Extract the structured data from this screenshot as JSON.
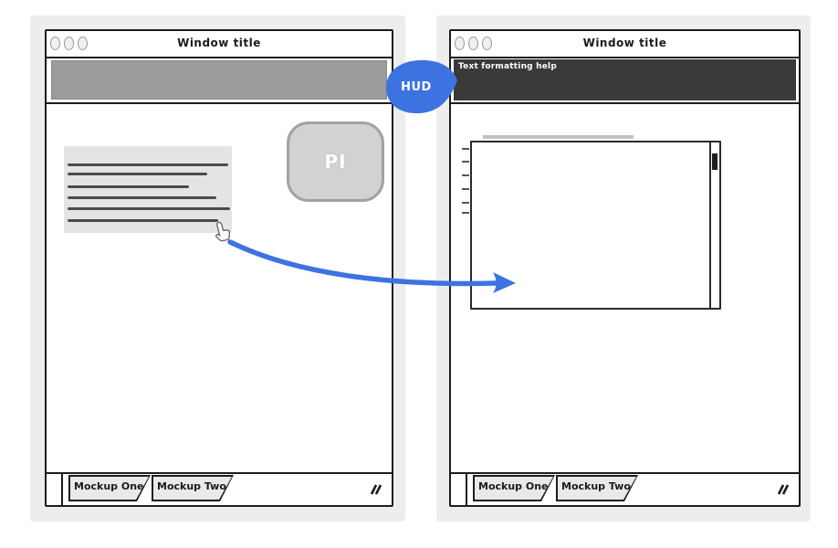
{
  "hud": {
    "label": "HUD",
    "color": "#3d73e0"
  },
  "arrow": {
    "color": "#3d73e0"
  },
  "left_window": {
    "title": "Window title",
    "pi_label": "PI",
    "tabs": [
      {
        "label": "Mockup One"
      },
      {
        "label": "Mockup Two"
      }
    ]
  },
  "right_window": {
    "title": "Window title",
    "toolbar_text": "Text formatting help",
    "tabs": [
      {
        "label": "Mockup One"
      },
      {
        "label": "Mockup Two"
      }
    ]
  }
}
